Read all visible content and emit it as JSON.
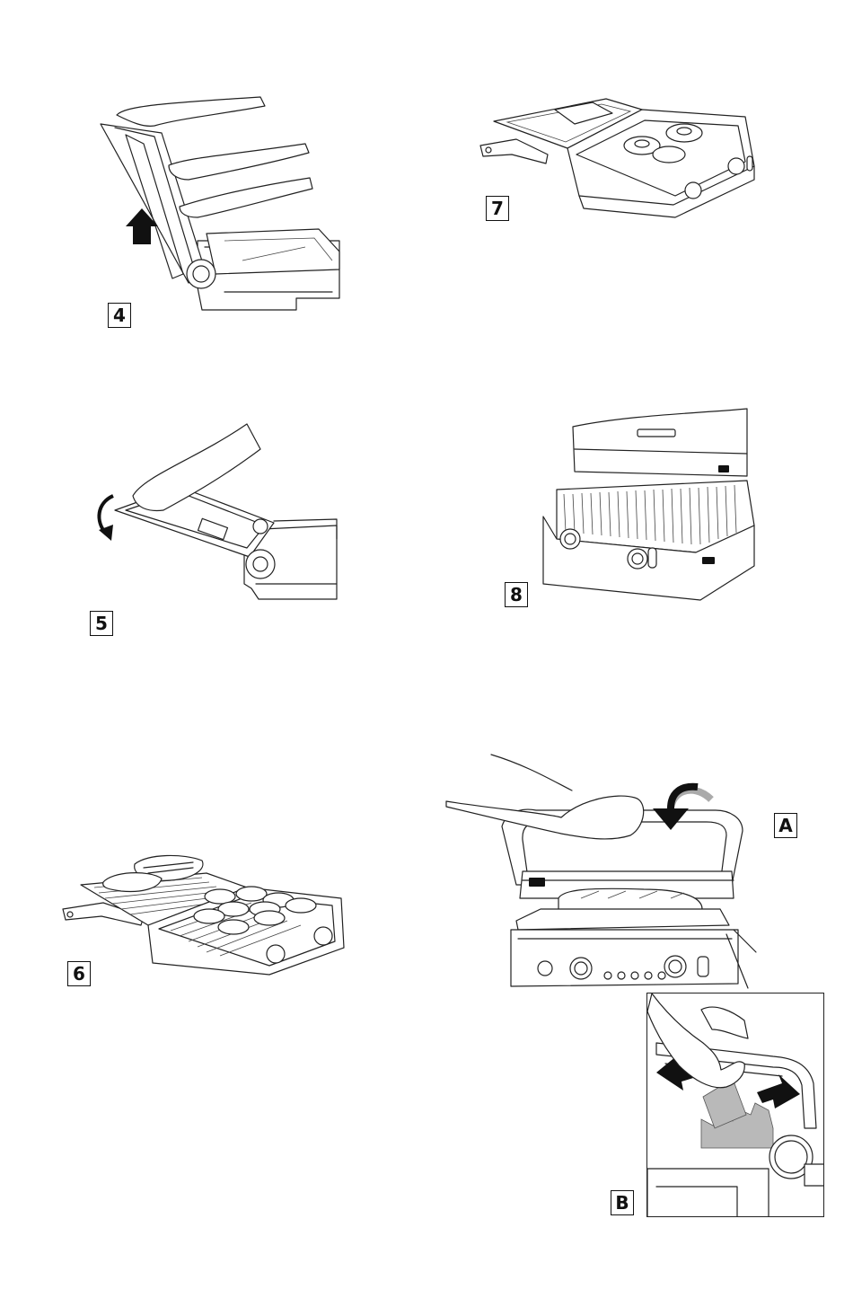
{
  "steps": {
    "s4": "4",
    "s5": "5",
    "s6": "6",
    "s7": "7",
    "s8": "8",
    "sA": "A",
    "sB": "B"
  },
  "icons": {
    "up_arrow": "up-arrow-icon",
    "down_curve_arrow": "curved-down-arrow-icon",
    "close_lid_arrow": "curved-close-arrow-icon",
    "adjust_arrows": "double-arrow-icon"
  }
}
